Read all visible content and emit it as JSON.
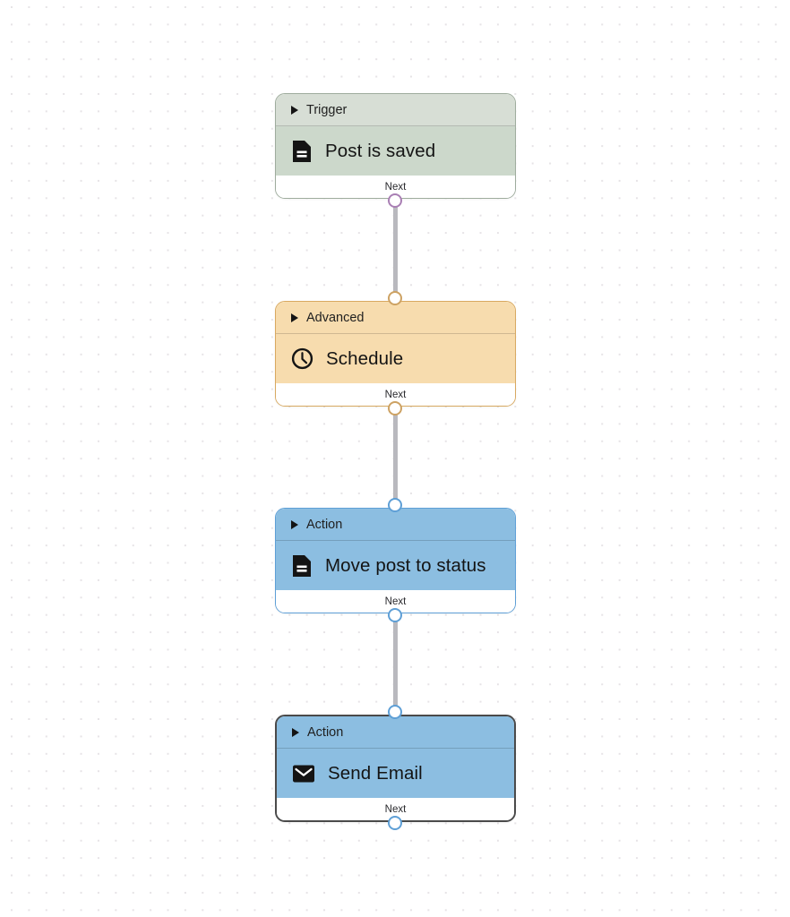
{
  "canvas": {
    "background_color": "#ffffff",
    "dot_color": "#e6e3e6",
    "edge_color": "#b9b9be"
  },
  "nodes": [
    {
      "id": "trigger-post-is-saved",
      "type_label": "Trigger",
      "title": "Post is saved",
      "icon": "document-icon",
      "footer_label": "Next",
      "header_color": "#d7ded5",
      "body_color": "#ccd8cb",
      "border_color": "#9eac9d",
      "selected": false
    },
    {
      "id": "advanced-schedule",
      "type_label": "Advanced",
      "title": "Schedule",
      "icon": "clock-icon",
      "footer_label": "Next",
      "header_color": "#f7dcae",
      "body_color": "#f7dcae",
      "border_color": "#d8a961",
      "selected": false
    },
    {
      "id": "action-move-post-to-status",
      "type_label": "Action",
      "title": "Move post to status",
      "icon": "document-icon",
      "footer_label": "Next",
      "header_color": "#8cbee1",
      "body_color": "#8cbee1",
      "border_color": "#5e9fd6",
      "selected": false
    },
    {
      "id": "action-send-email",
      "type_label": "Action",
      "title": "Send Email",
      "icon": "envelope-icon",
      "footer_label": "Next",
      "header_color": "#8cbee1",
      "body_color": "#8cbee1",
      "border_color": "#4a4a4a",
      "selected": true
    }
  ],
  "ports": {
    "trigger_out_color": "#a97fb4",
    "advanced_in_color": "#cda263",
    "advanced_out_color": "#cda263",
    "action1_in_color": "#5e9fd6",
    "action1_out_color": "#5e9fd6",
    "action2_in_color": "#5e9fd6",
    "action2_out_color": "#5e9fd6"
  }
}
